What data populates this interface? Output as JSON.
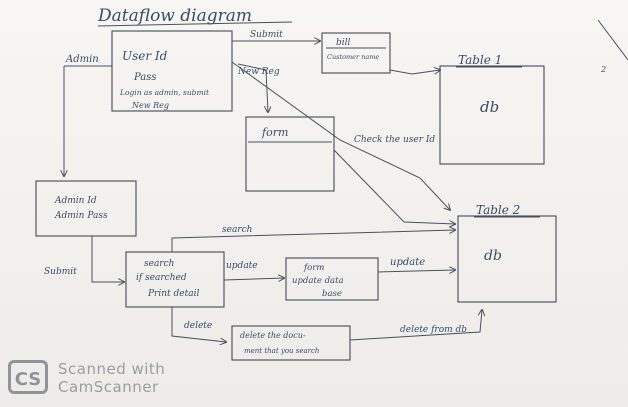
{
  "title": "Dataflow diagram",
  "labels": {
    "submit_top": "Submit",
    "admin": "Admin",
    "new_reg": "New Reg",
    "check_user": "Check the user Id",
    "search_top": "search",
    "submit_left": "Submit",
    "update_mid": "update",
    "update_right": "update",
    "delete_left": "delete",
    "delete_right": "delete from db",
    "side_number": "2"
  },
  "boxes": {
    "user_login": [
      "User Id",
      "Pass",
      "Login as admin, submit",
      "New Reg"
    ],
    "bill": [
      "bill",
      "Customer name"
    ],
    "table1_title": "Table 1",
    "table1_content": "db",
    "form": "form",
    "admin_login": [
      "Admin Id",
      "Admin Pass"
    ],
    "search_box": [
      "search",
      "if searched",
      "Print detail"
    ],
    "form_update": [
      "form",
      "update data",
      "base"
    ],
    "table2_title": "Table 2",
    "table2_content": "db",
    "delete_box": [
      "delete the docu-",
      "ment that you search"
    ]
  },
  "watermark": {
    "logo": "CS",
    "line1": "Scanned with",
    "line2": "CamScanner"
  }
}
